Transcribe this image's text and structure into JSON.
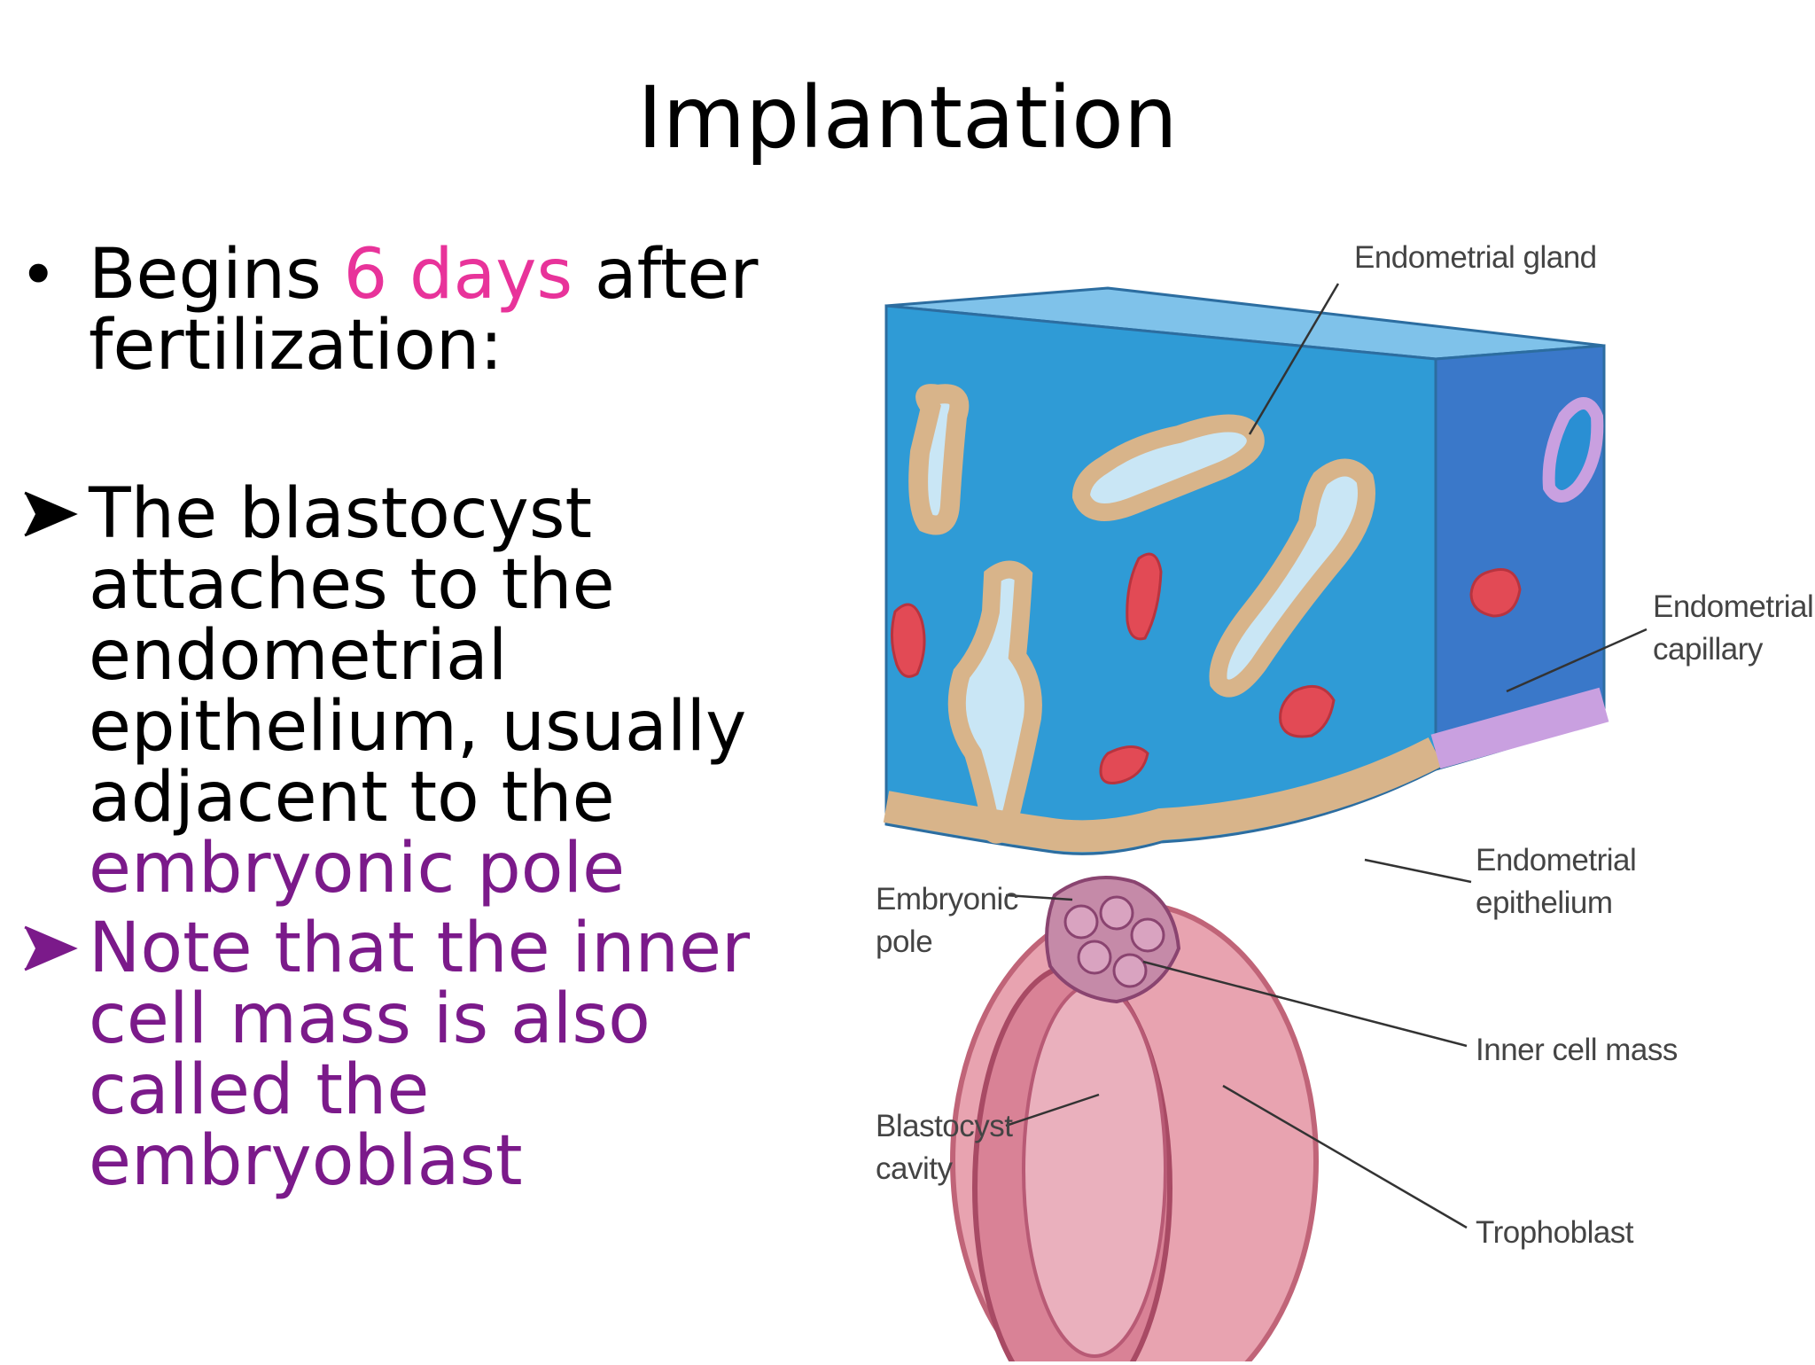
{
  "slide": {
    "title": "Implantation",
    "bullets": [
      {
        "marker": "•",
        "parts": [
          {
            "text": "Begins ",
            "color": "#000000"
          },
          {
            "text": "6 days",
            "color": "#e8339a"
          },
          {
            "text": " after fertilization:",
            "color": "#000000"
          }
        ]
      }
    ],
    "arrow_bullets": [
      {
        "marker": "arrow-bullet-icon",
        "marker_color": "#000000",
        "parts": [
          {
            "text": "The blastocyst attaches to the endometrial epithelium, usually adjacent to the ",
            "color": "#000000"
          },
          {
            "text": "embryonic pole",
            "color": "#7b1a8a"
          }
        ]
      },
      {
        "marker": "arrow-bullet-icon",
        "marker_color": "#7b1a8a",
        "parts": [
          {
            "text": "Note that the inner cell mass is also called the embryoblast",
            "color": "#7b1a8a"
          }
        ]
      }
    ]
  },
  "diagram": {
    "labels": {
      "endometrial_gland": "Endometrial gland",
      "endometrial_capillary_1": "Endometrial",
      "endometrial_capillary_2": "capillary",
      "endometrial_epithelium_1": "Endometrial",
      "endometrial_epithelium_2": "epithelium",
      "embryonic_pole_1": "Embryonic",
      "embryonic_pole_2": "pole",
      "inner_cell_mass": "Inner cell mass",
      "blastocyst_cavity_1": "Blastocyst",
      "blastocyst_cavity_2": "cavity",
      "trophoblast": "Trophoblast"
    },
    "colors": {
      "endometrium_front": "#2f9bd6",
      "endometrium_side": "#3a78c9",
      "gland_wall": "#d8b48a",
      "gland_lumen": "#c9e6f5",
      "capillary": "#e24a55",
      "epithelium_side": "#c9a0e0",
      "blastocyst": "#e8a3b0",
      "blastocyst_dark": "#c06478",
      "inner_cell_mass": "#c58aa8"
    }
  }
}
